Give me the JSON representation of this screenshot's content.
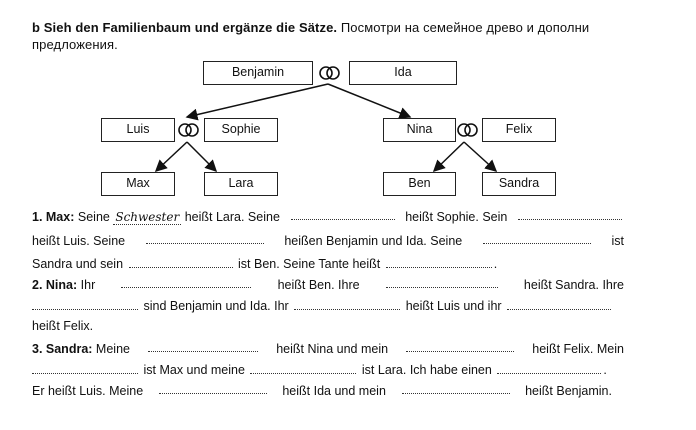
{
  "header": {
    "label": "b",
    "instruction_de": "Sieh den Familienbaum und ergänze die Sätze.",
    "instruction_ru": "Посмотри на семейное древо и дополни предложения."
  },
  "tree": {
    "benjamin": "Benjamin",
    "ida": "Ida",
    "luis": "Luis",
    "sophie": "Sophie",
    "nina": "Nina",
    "felix": "Felix",
    "max": "Max",
    "lara": "Lara",
    "ben": "Ben",
    "sandra": "Sandra"
  },
  "exercise": {
    "ex1": {
      "num": "1. Max:",
      "t1": "Seine",
      "answer": "Schwester",
      "t2": "heißt Lara. Seine",
      "t3": "heißt Sophie. Sein",
      "t4": "heißt Luis. Seine",
      "t5": "heißen Benjamin und Ida. Seine",
      "t6": "ist",
      "t7": "Sandra und sein",
      "t8": "ist Ben. Seine Tante heißt",
      "t9": "."
    },
    "ex2": {
      "num": "2. Nina:",
      "t1": "Ihr",
      "t2": "heißt Ben. Ihre",
      "t3": "heißt Sandra. Ihre",
      "t4": "sind Benjamin und Ida. Ihr",
      "t5": "heißt Luis und ihr",
      "t6": "heißt Felix."
    },
    "ex3": {
      "num": "3. Sandra:",
      "t1": "Meine",
      "t2": "heißt Nina und mein",
      "t3": "heißt Felix. Mein",
      "t4": "ist Max und meine",
      "t5": "ist Lara. Ich habe einen",
      "t6": ".",
      "t7": "Er heißt Luis. Meine",
      "t8": "heißt Ida und mein",
      "t9": "heißt Benjamin."
    }
  }
}
